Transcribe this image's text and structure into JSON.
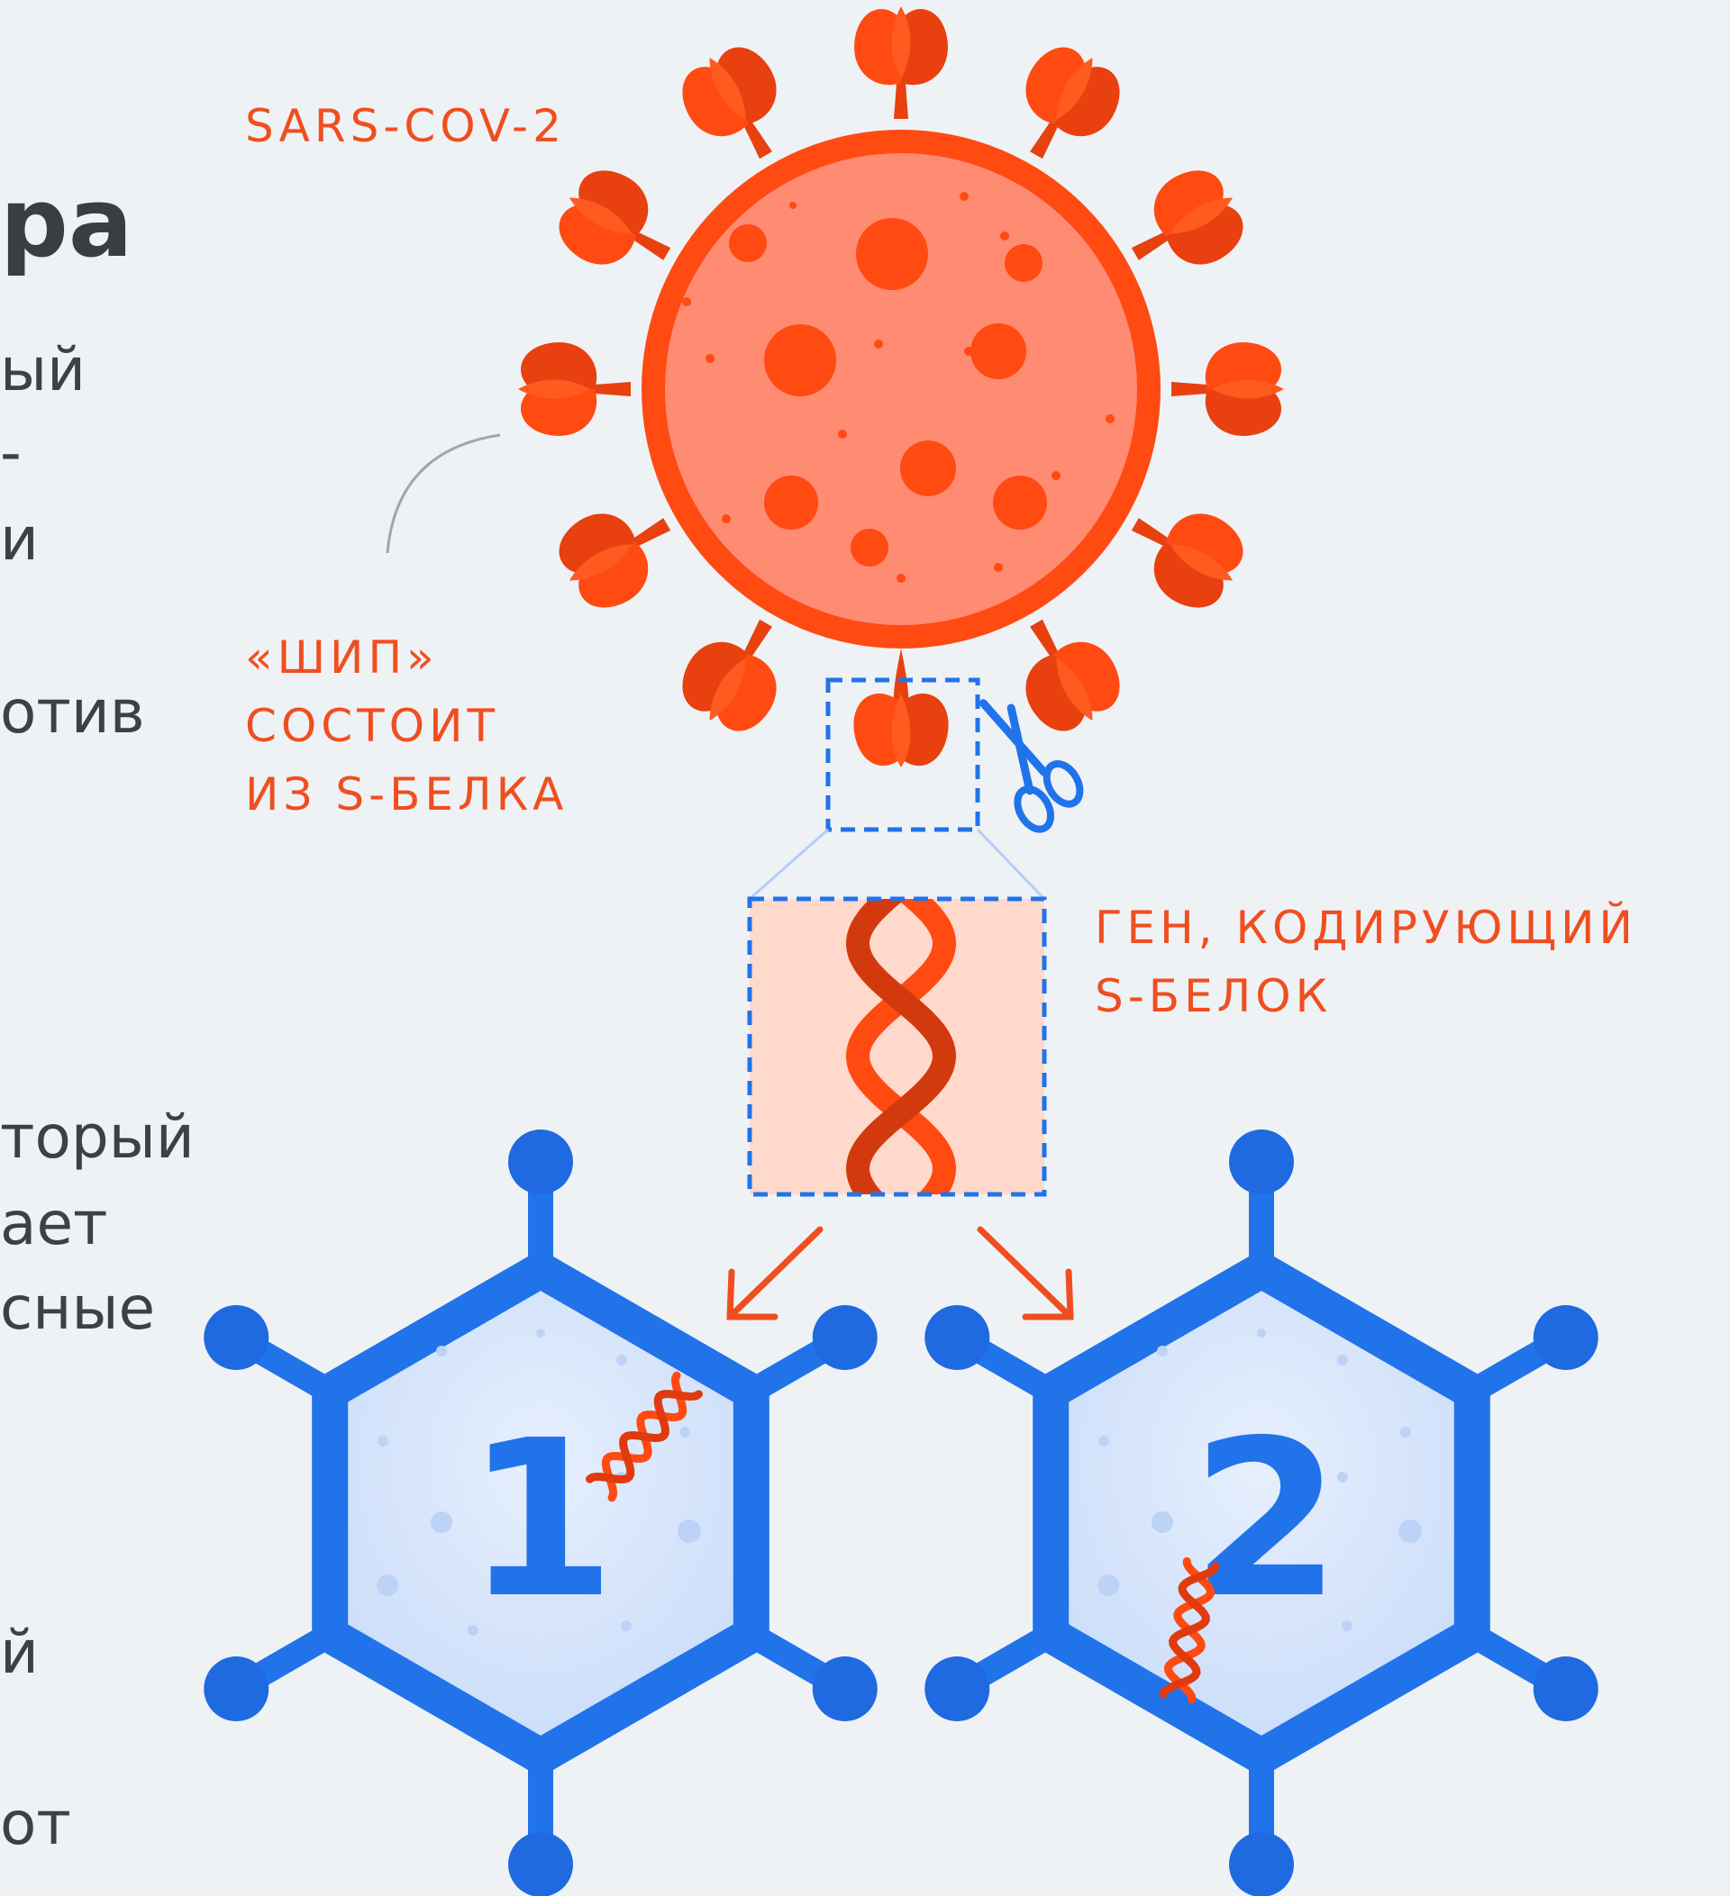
{
  "left_fragments": {
    "heading": "ра",
    "group1": [
      "ый",
      "-",
      "и"
    ],
    "line_otiv": "отив",
    "group2": [
      "торый",
      "ает",
      "сные"
    ],
    "line_y": "й",
    "line_ot": "от"
  },
  "labels": {
    "virus": "SARS-COV-2",
    "spike": [
      "«ШИП»",
      "СОСТОИТ",
      "ИЗ S-БЕЛКА"
    ],
    "gene": [
      "ГЕН, КОДИРУЮЩИЙ",
      "S-БЕЛОК"
    ]
  },
  "vectors": {
    "first": "1",
    "second": "2"
  },
  "colors": {
    "virus_accent": "#ff4a12",
    "virus_body": "#ff8b72",
    "vector_blue": "#2173ea",
    "vector_fill": "#d4e4fb",
    "gene_box_fill": "#ffd9cc",
    "text_dark": "#3d4045"
  }
}
